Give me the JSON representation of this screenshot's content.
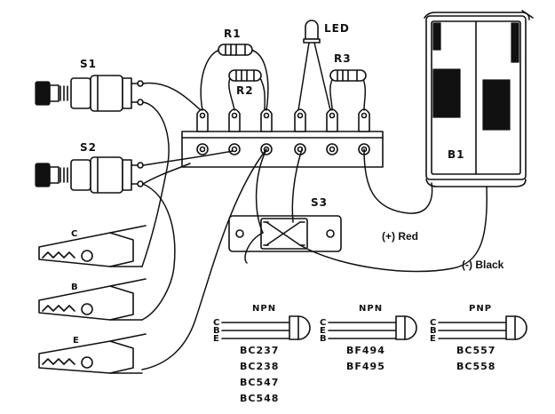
{
  "labels": {
    "s1": "S1",
    "s2": "S2",
    "r1": "R1",
    "r2": "R2",
    "r3": "R3",
    "led": "LED",
    "b1": "B1",
    "s3": "S3",
    "clip_c": "C",
    "clip_b": "B",
    "clip_e": "E",
    "plus_red": "(+) Red",
    "minus_black": "(-) Black"
  },
  "transistors": [
    {
      "type": "NPN",
      "pins": [
        "C",
        "B",
        "E"
      ],
      "parts": [
        "BC237",
        "BC238",
        "BC547",
        "BC548"
      ]
    },
    {
      "type": "NPN",
      "pins": [
        "C",
        "E",
        "B"
      ],
      "parts": [
        "BF494",
        "BF495"
      ]
    },
    {
      "type": "PNP",
      "pins": [
        "C",
        "B",
        "E"
      ],
      "parts": [
        "BC557",
        "BC558"
      ]
    }
  ]
}
